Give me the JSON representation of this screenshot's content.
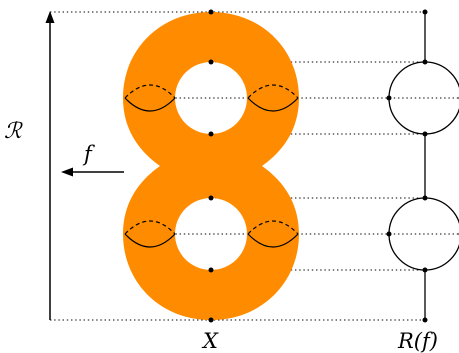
{
  "labels": {
    "space": "X",
    "reeb_graph": "R(f)",
    "reals": "ℛ",
    "function": "f"
  },
  "colors": {
    "surface_fill": "#ff8c00",
    "ink": "#000000",
    "background": "#ffffff"
  }
}
